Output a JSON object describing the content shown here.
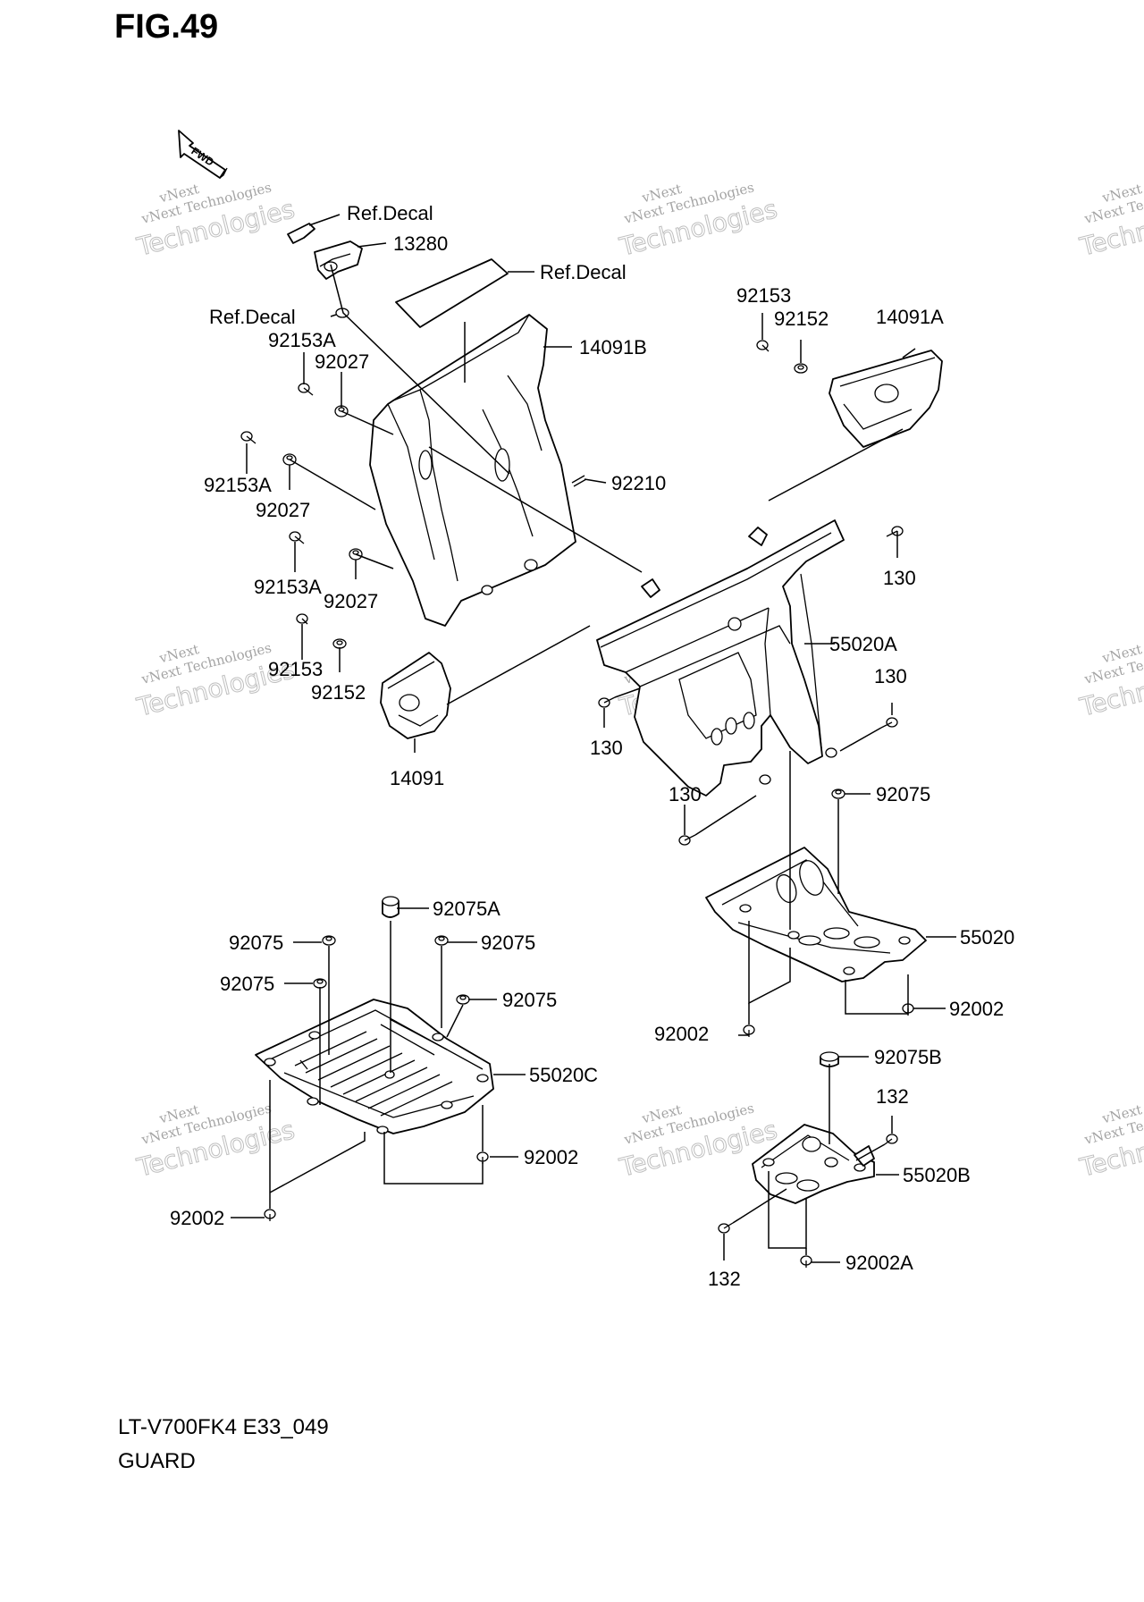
{
  "figure": {
    "title": "FIG.49",
    "model_code": "LT-V700FK4 E33_049",
    "section_name": "GUARD",
    "fwd_label": "FWD"
  },
  "watermark": {
    "line1": "vNext Technologies",
    "line2": "vNext",
    "line3": "Technologies"
  },
  "callouts": {
    "ref_decal_1": "Ref.Decal",
    "p13280": "13280",
    "ref_decal_2": "Ref.Decal",
    "ref_decal_3": "Ref.Decal",
    "p92153A_1": "92153A",
    "p92027_1": "92027",
    "p14091B": "14091B",
    "p92153_1": "92153",
    "p92152_1": "92152",
    "p14091A": "14091A",
    "p92153A_2": "92153A",
    "p92027_2": "92027",
    "p92210": "92210",
    "p92153A_3": "92153A",
    "p92027_3": "92027",
    "p130_1": "130",
    "p92153_2": "92153",
    "p92152_2": "92152",
    "p55020A": "55020A",
    "p130_2": "130",
    "p130_3": "130",
    "p14091": "14091",
    "p130_4": "130",
    "p92075_1": "92075",
    "p92075A": "92075A",
    "p55020": "55020",
    "p92075_2": "92075",
    "p92075_3": "92075",
    "p92075_4": "92075",
    "p92075_5": "92075",
    "p92002_1": "92002",
    "p92002_2": "92002",
    "p55020C": "55020C",
    "p92075B": "92075B",
    "p132_1": "132",
    "p92002_3": "92002",
    "p55020B": "55020B",
    "p92002_4": "92002",
    "p132_2": "132",
    "p92002A": "92002A"
  }
}
